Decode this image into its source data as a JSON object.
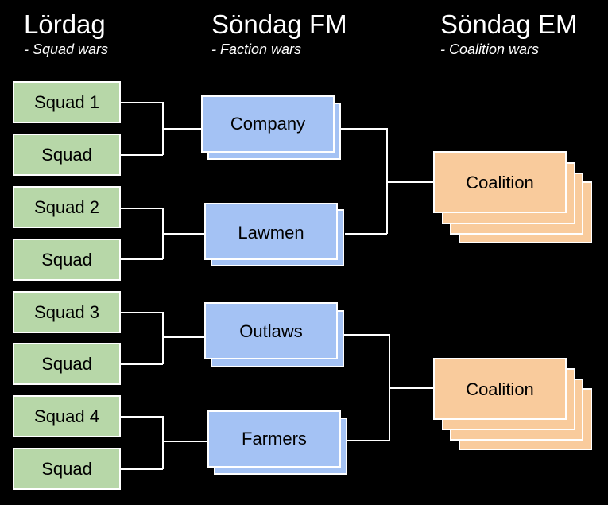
{
  "columns": [
    {
      "title": "Lördag",
      "subtitle": "- Squad wars"
    },
    {
      "title": "Söndag FM",
      "subtitle": "- Faction wars"
    },
    {
      "title": "Söndag EM",
      "subtitle": "- Coalition wars"
    }
  ],
  "squads": [
    "Squad 1",
    "Squad",
    "Squad 2",
    "Squad",
    "Squad 3",
    "Squad",
    "Squad 4",
    "Squad"
  ],
  "factions": [
    "Company",
    "Lawmen",
    "Outlaws",
    "Farmers"
  ],
  "coalitions": [
    "Coalition",
    "Coalition"
  ],
  "colors": {
    "background": "#000000",
    "squad": "#b7d7a8",
    "faction": "#a4c2f4",
    "coalition": "#f9cb9c",
    "line": "#ffffff"
  }
}
